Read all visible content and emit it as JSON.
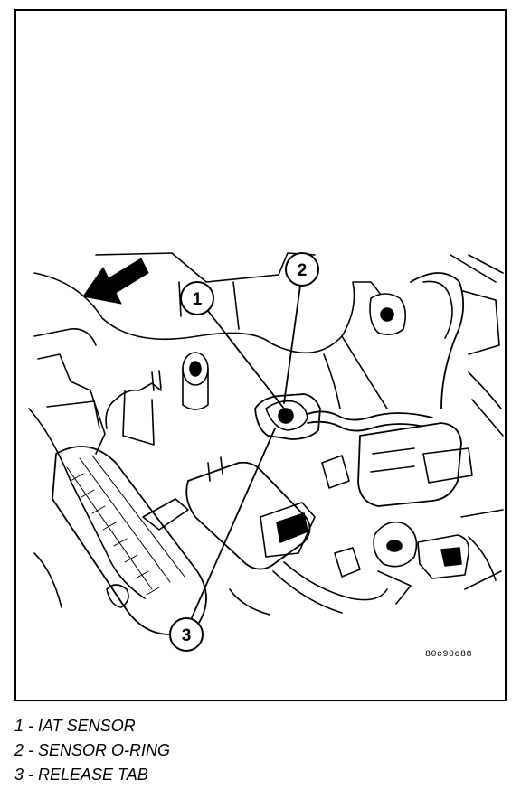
{
  "figure": {
    "code": "80c90c88",
    "callouts": [
      "1",
      "2",
      "3"
    ]
  },
  "legend": [
    "1 - IAT SENSOR",
    "2 - SENSOR O-RING",
    "3 - RELEASE TAB"
  ]
}
